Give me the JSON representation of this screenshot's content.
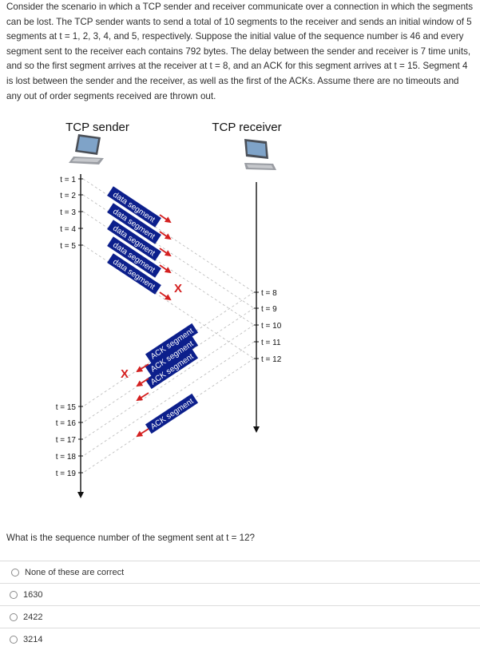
{
  "question": {
    "text": "Consider the scenario in which a TCP sender and receiver communicate over a connection in which the segments can be lost. The TCP sender wants to send a total of 10 segments to the receiver and sends an initial window of 5 segments at t = 1, 2, 3, 4, and 5, respectively. Suppose the initial value of the sequence number is 46 and every segment sent to the receiver each contains 792 bytes. The delay between the sender and receiver is 7 time units, and so the first segment arrives at the receiver at t = 8, and an ACK for this segment arrives at t = 15. Segment 4 is lost between the sender and the receiver, as well as the first of the ACKs. Assume there are no timeouts and any out of order segments received are thrown out."
  },
  "diagram": {
    "sender_title": "TCP sender",
    "receiver_title": "TCP receiver",
    "sender_times": [
      "t = 1",
      "t = 2",
      "t = 3",
      "t = 4",
      "t = 5"
    ],
    "sender_ack_times": [
      "t = 15",
      "t = 16",
      "t = 17",
      "t = 18",
      "t = 19"
    ],
    "receiver_times": [
      "t = 8",
      "t = 9",
      "t = 10",
      "t = 11",
      "t = 12"
    ],
    "data_segment_label": "data segment",
    "ack_segment_label": "ACK segment",
    "lost_mark": "X",
    "label_bg": "#0c1f8c",
    "arrow_color": "#d42020"
  },
  "prompt": "What is the sequence number of the segment sent at t = 12?",
  "options": [
    {
      "label": "None of these are correct"
    },
    {
      "label": "1630"
    },
    {
      "label": "2422"
    },
    {
      "label": "3214"
    }
  ]
}
